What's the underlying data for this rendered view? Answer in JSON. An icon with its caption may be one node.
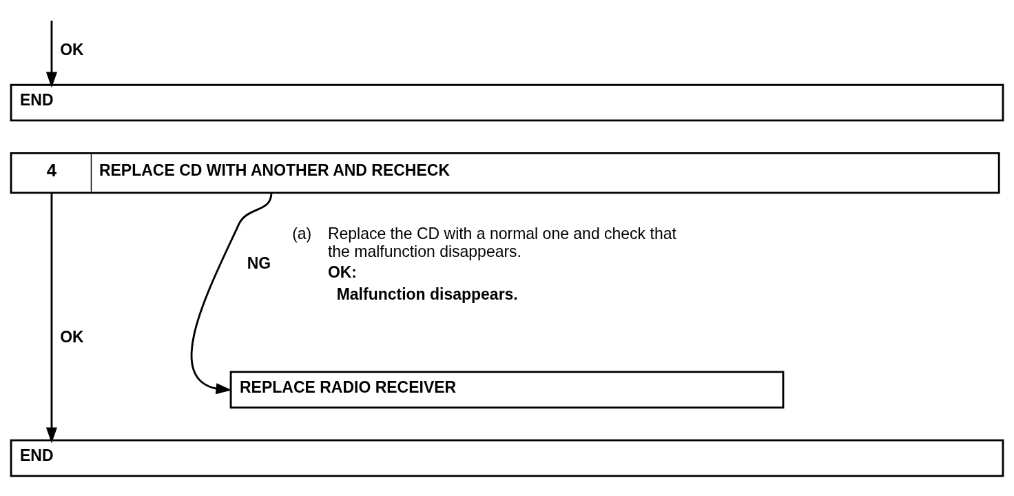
{
  "diagram": {
    "nodes": [
      {
        "text": [
          "END"
        ]
      },
      {
        "text": [
          "4",
          "REPLACE CD WITH ANOTHER AND RECHECK"
        ],
        "beside": [
          "(a)",
          "Replace the CD with a normal one and check that the malfunction disappears.",
          "OK:",
          "Malfunction disappears."
        ]
      },
      {
        "text": [
          "REPLACE RADIO RECEIVER"
        ]
      },
      {
        "text": [
          "END"
        ]
      }
    ],
    "edges": [
      {
        "from": null,
        "to": 0,
        "arrow": "to",
        "label": "OK"
      },
      {
        "from": 1,
        "to": 2,
        "arrow": "to",
        "label": "NG"
      },
      {
        "from": 1,
        "to": 3,
        "arrow": "to",
        "label": "OK"
      }
    ]
  }
}
